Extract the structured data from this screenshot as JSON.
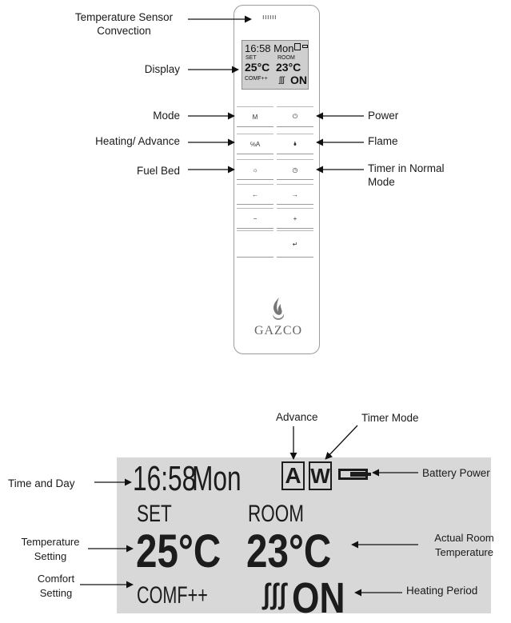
{
  "remote": {
    "sensor_dots": "ıııııı",
    "display": {
      "time": "16:58 Mon",
      "set_label": "SET",
      "room_label": "ROOM",
      "set_temp": "25°C",
      "room_temp": "23°C",
      "comfort": "COMF++",
      "heat_symbol": "ʃʃʃ",
      "status": "ON"
    },
    "buttons": {
      "mode": "M",
      "power": "⏻",
      "heating": "℅A",
      "flame": "🌢",
      "fuel_bed": "☼",
      "timer": "◷",
      "left": "←",
      "right": "→",
      "minus": "−",
      "plus": "+",
      "enter": "↵"
    },
    "logo_text": "GAZCO"
  },
  "labels": {
    "sensor_line1": "Temperature Sensor",
    "sensor_line2": "Convection",
    "display": "Display",
    "mode": "Mode",
    "heating_advance": "Heating/ Advance",
    "fuel_bed": "Fuel Bed",
    "power": "Power",
    "flame": "Flame",
    "timer_line1": "Timer in Normal",
    "timer_line2": "Mode",
    "advance": "Advance",
    "timer_mode": "Timer Mode",
    "time_and_day": "Time and Day",
    "battery_power": "Battery Power",
    "temp_setting_line1": "Temperature",
    "temp_setting_line2": "Setting",
    "actual_room_line1": "Actual Room",
    "actual_room_line2": "Temperature",
    "comfort_line1": "Comfort",
    "comfort_line2": "Setting",
    "heating_period": "Heating Period"
  },
  "lcd": {
    "time": "16:58",
    "day": "Mon",
    "advance_icon": "A",
    "timer_icon": "W",
    "set_label": "SET",
    "room_label": "ROOM",
    "set_temp": "25°C",
    "room_temp": "23°C",
    "comfort": "COMF++",
    "heat_symbol": "ʃʃʃ",
    "status": "ON"
  }
}
